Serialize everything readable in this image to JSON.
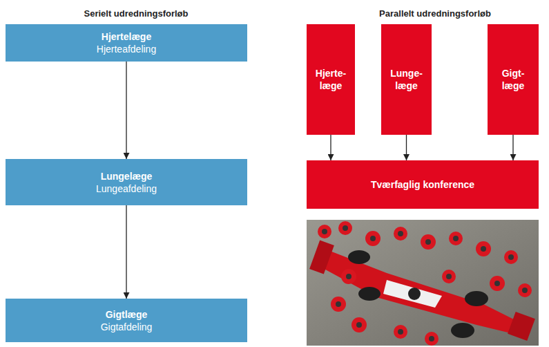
{
  "diagram": {
    "nodes": [
      {
        "text": [
          "Hjertelæge",
          "Hjerteafdeling"
        ]
      },
      {
        "text": [
          "Lungelæge",
          "Lungeafdeling"
        ]
      },
      {
        "text": [
          "Gigtlæge",
          "Gigtafdeling"
        ]
      },
      {
        "text": [
          "Hjerte- læge"
        ]
      },
      {
        "text": [
          "Lunge- læge"
        ]
      },
      {
        "text": [
          "Gigt- læge"
        ]
      },
      {
        "text": [
          "Tværfaglig konference"
        ]
      }
    ],
    "edges": [
      {
        "from": 0,
        "to": 1,
        "arrow": "to"
      },
      {
        "from": 1,
        "to": 2,
        "arrow": "to"
      },
      {
        "from": 3,
        "to": 6,
        "arrow": "to"
      },
      {
        "from": 4,
        "to": 6,
        "arrow": "to"
      },
      {
        "from": 5,
        "to": 6,
        "arrow": "to"
      }
    ],
    "labels": [
      "Serielt udredningsforløb",
      "Parallelt udredningsforløb"
    ]
  }
}
